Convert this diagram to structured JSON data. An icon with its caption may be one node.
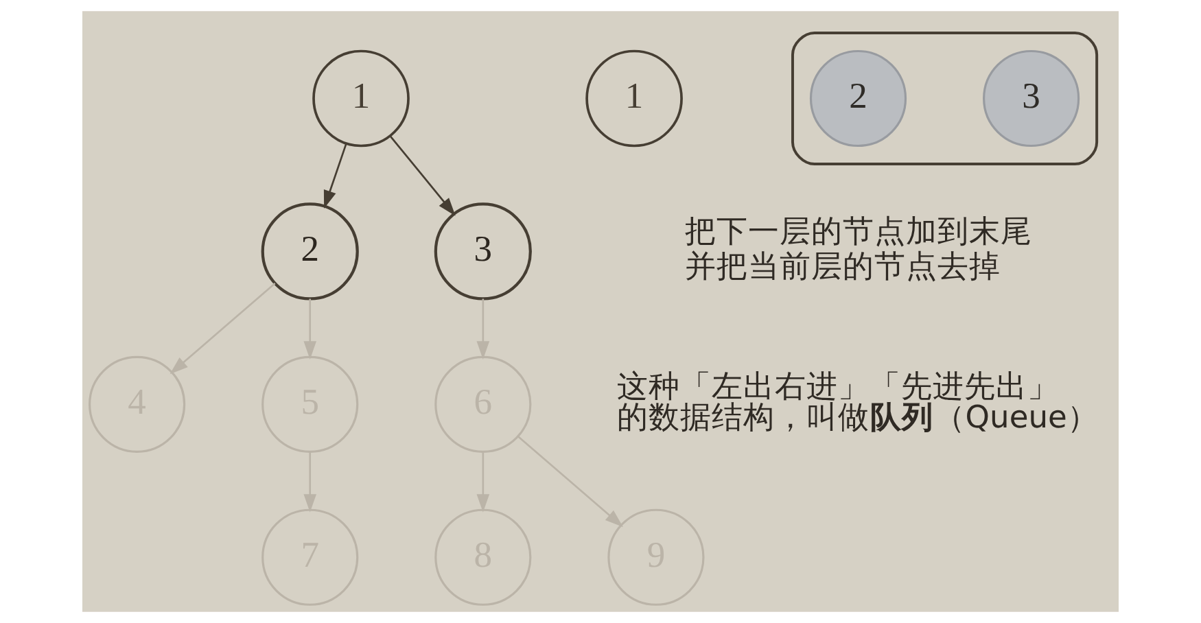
{
  "diagram": {
    "nodes": [
      {
        "text": [
          "1"
        ]
      },
      {
        "text": [
          "2"
        ]
      },
      {
        "text": [
          "3"
        ]
      },
      {
        "text": [
          "4"
        ]
      },
      {
        "text": [
          "5"
        ]
      },
      {
        "text": [
          "6"
        ]
      },
      {
        "text": [
          "7"
        ]
      },
      {
        "text": [
          "8"
        ]
      },
      {
        "text": [
          "9"
        ]
      },
      {
        "text": [
          "1"
        ]
      },
      {
        "text": [],
        "shape": "box"
      },
      {
        "text": [
          "2"
        ],
        "in": 10
      },
      {
        "text": [
          "3"
        ],
        "in": 10
      }
    ],
    "edges": [
      {
        "from": 0,
        "to": 1,
        "arrow": "to",
        "color": "#463e33"
      },
      {
        "from": 0,
        "to": 2,
        "arrow": "to",
        "color": "#463e33"
      },
      {
        "from": 1,
        "to": 3,
        "arrow": "to"
      },
      {
        "from": 1,
        "to": 4,
        "arrow": "to"
      },
      {
        "from": 2,
        "to": 5,
        "arrow": "to"
      },
      {
        "from": 4,
        "to": 6,
        "arrow": "to"
      },
      {
        "from": 5,
        "to": 7,
        "arrow": "to"
      },
      {
        "from": 5,
        "to": 8,
        "arrow": "to"
      }
    ],
    "labels": [
      "把下一层的节点加到末尾并把当前层的节点去掉",
      "这种「左出右进」「先进先出」的数据结构，叫做**队列**（Queue）"
    ]
  }
}
